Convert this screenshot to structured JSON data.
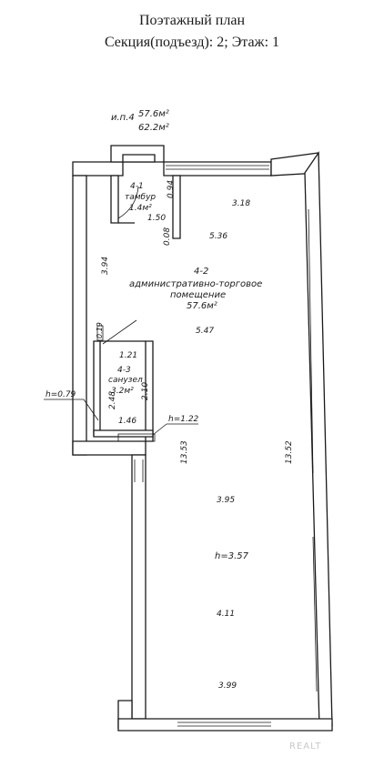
{
  "header": {
    "title": "Поэтажный план",
    "subtitle": "Секция(подъезд): 2;    Этаж: 1"
  },
  "plan": {
    "summary": {
      "unit": "и.п.4",
      "area_main": "57.6м²",
      "area_total": "62.2м²"
    },
    "rooms": {
      "vestibule": {
        "id": "4-1",
        "name": "тамбур",
        "area": "1.4м²"
      },
      "main": {
        "id": "4-2",
        "name_line1": "административно-торговое",
        "name_line2": "помещение",
        "area": "57.6м²"
      },
      "bathroom": {
        "id": "4-3",
        "name": "санузел",
        "area": "3.2м²"
      }
    },
    "dims": {
      "d094": "0.94",
      "d150": "1.50",
      "d008": "0.08",
      "d318": "3.18",
      "d536": "5.36",
      "d394": "3.94",
      "d019": "0.19",
      "d547": "5.47",
      "d121": "1.21",
      "d248": "2.48",
      "d210": "2.10",
      "d146": "1.46",
      "d1353": "13.53",
      "d1352": "13.52",
      "d395": "3.95",
      "d411": "4.11",
      "d399": "3.99"
    },
    "heights": {
      "h_left": "h=0.79",
      "h_bath": "h=1.22",
      "h_main": "h=3.57"
    }
  },
  "watermark": "REALT"
}
